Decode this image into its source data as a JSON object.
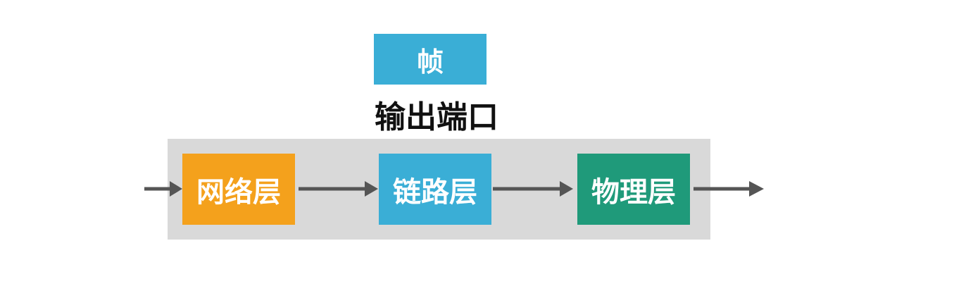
{
  "frame": {
    "label": "帧",
    "color": "#3aaed6"
  },
  "port": {
    "title": "输出端口",
    "panel_color": "#d9d9d9"
  },
  "layers": [
    {
      "label": "网络层",
      "color": "#f4a11c"
    },
    {
      "label": "链路层",
      "color": "#3aaed6"
    },
    {
      "label": "物理层",
      "color": "#1f9a7a"
    }
  ],
  "arrow_color": "#555555"
}
